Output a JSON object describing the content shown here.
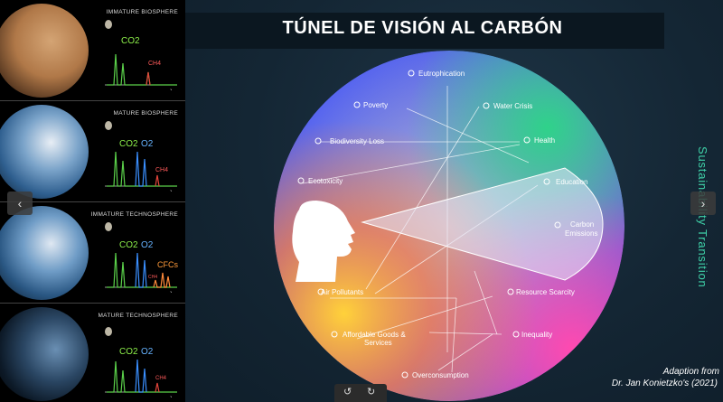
{
  "left_panel": {
    "stages": [
      {
        "title": "IMMATURE BIOSPHERE",
        "labels": [
          "CO2",
          "CH4"
        ]
      },
      {
        "title": "MATURE BIOSPHERE",
        "labels": [
          "CO2",
          "O2",
          "CH4"
        ]
      },
      {
        "title": "IMMATURE TECHNOSPHERE",
        "labels": [
          "CO2",
          "O2",
          "CFCs",
          "CH4"
        ]
      },
      {
        "title": "MATURE TECHNOSPHERE",
        "labels": [
          "CO2",
          "O2",
          "CH4"
        ]
      }
    ],
    "axis_symbol": "λ"
  },
  "slide": {
    "title": "TÚNEL DE VISIÓN AL CARBÓN",
    "side_text": "Sustainability Transition",
    "credit_line1": "Adaption from",
    "credit_line2": "Dr. Jan Konietzko's (2021)",
    "labels": {
      "eutrophication": "Eutrophication",
      "poverty": "Poverty",
      "water_crisis": "Water Crisis",
      "biodiversity_loss": "Biodiversity Loss",
      "health": "Health",
      "ecotoxicity": "Ecotoxicity",
      "education": "Education",
      "carbon_emissions_1": "Carbon",
      "carbon_emissions_2": "Emissions",
      "air_pollutants": "Air Pollutants",
      "resource_scarcity": "Resource Scarcity",
      "affordable_1": "Affordable Goods &",
      "affordable_2": "Services",
      "inequality": "Inequality",
      "overconsumption": "Overconsumption"
    }
  },
  "controls": {
    "prev_icon": "‹",
    "next_icon": "›",
    "rotate_left_icon": "↺",
    "rotate_right_icon": "↻"
  },
  "colors": {
    "accent": "#3fd1a8",
    "title_bg": "#0b1720",
    "slide_bg": "#142634"
  }
}
